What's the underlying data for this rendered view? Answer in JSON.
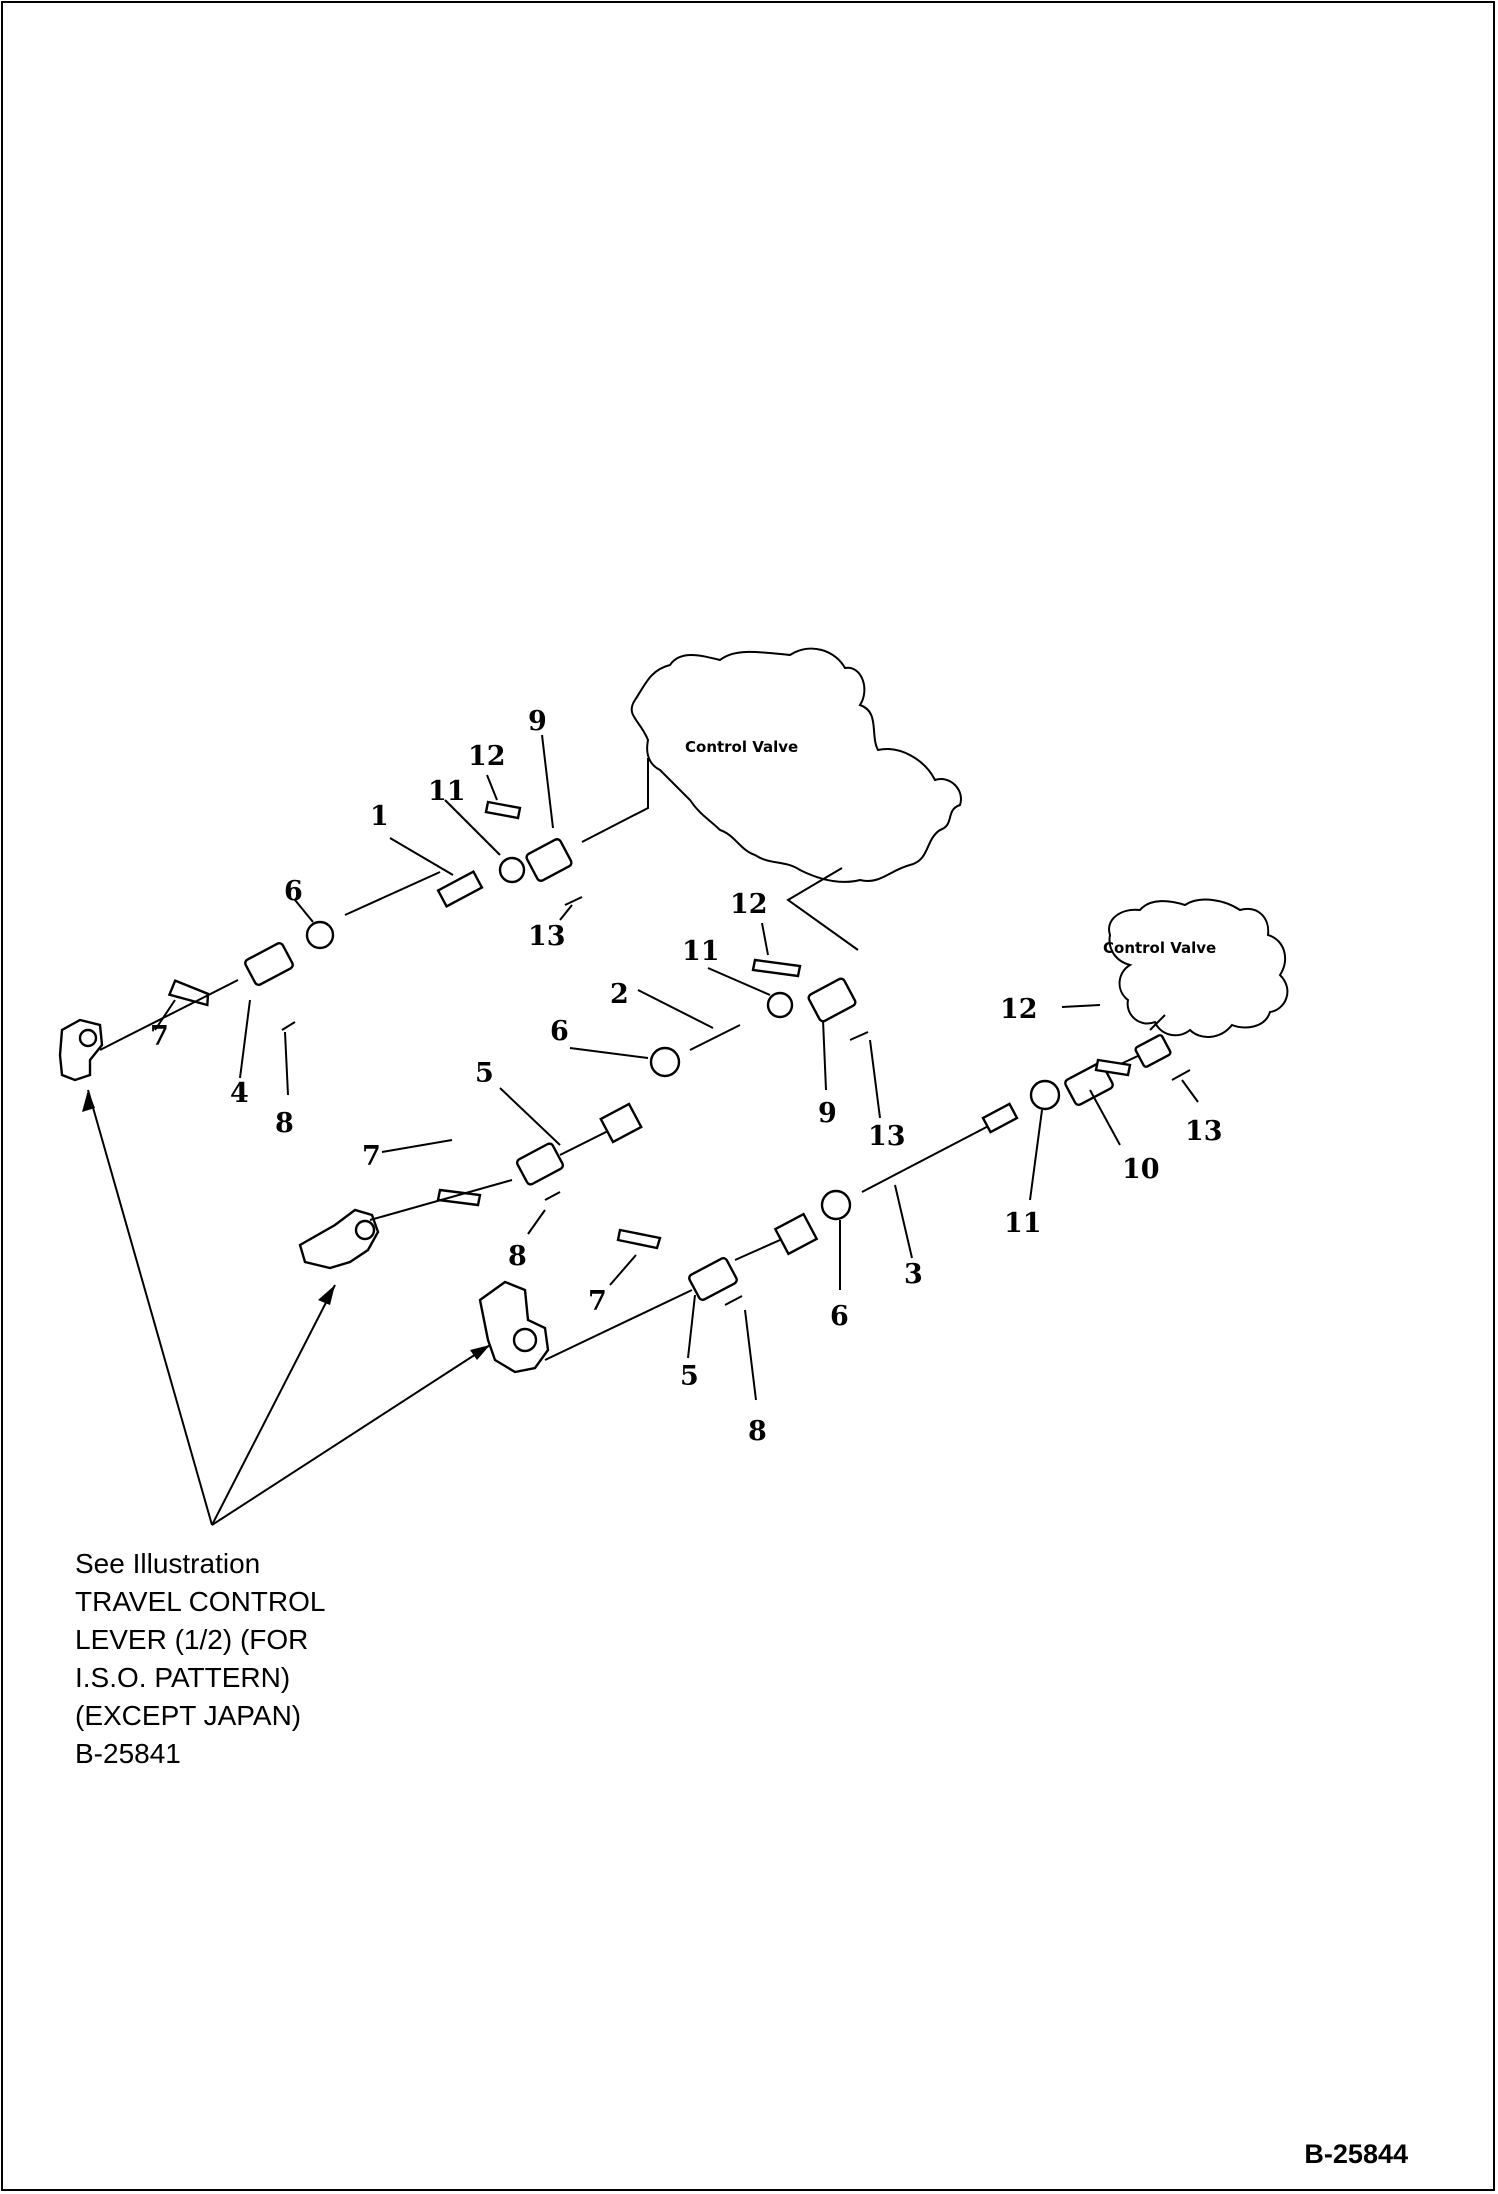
{
  "control_valve_label": "Control Valve",
  "callouts": {
    "c1": "1",
    "c2": "2",
    "c3": "3",
    "c4": "4",
    "c5": "5",
    "c5b": "5",
    "c6": "6",
    "c6b": "6",
    "c6c": "6",
    "c7": "7",
    "c7b": "7",
    "c7c": "7",
    "c8": "8",
    "c8b": "8",
    "c8c": "8",
    "c9": "9",
    "c9b": "9",
    "c10": "10",
    "c11": "11",
    "c11b": "11",
    "c11c": "11",
    "c12": "12",
    "c12b": "12",
    "c12c": "12",
    "c13": "13",
    "c13b": "13",
    "c13c": "13"
  },
  "reference_note": {
    "line1": "See Illustration",
    "line2": "TRAVEL CONTROL",
    "line3": "LEVER (1/2) (FOR",
    "line4": "I.S.O. PATTERN)",
    "line5": "(EXCEPT JAPAN)",
    "line6": "B-25841"
  },
  "figure_id": "B-25844"
}
